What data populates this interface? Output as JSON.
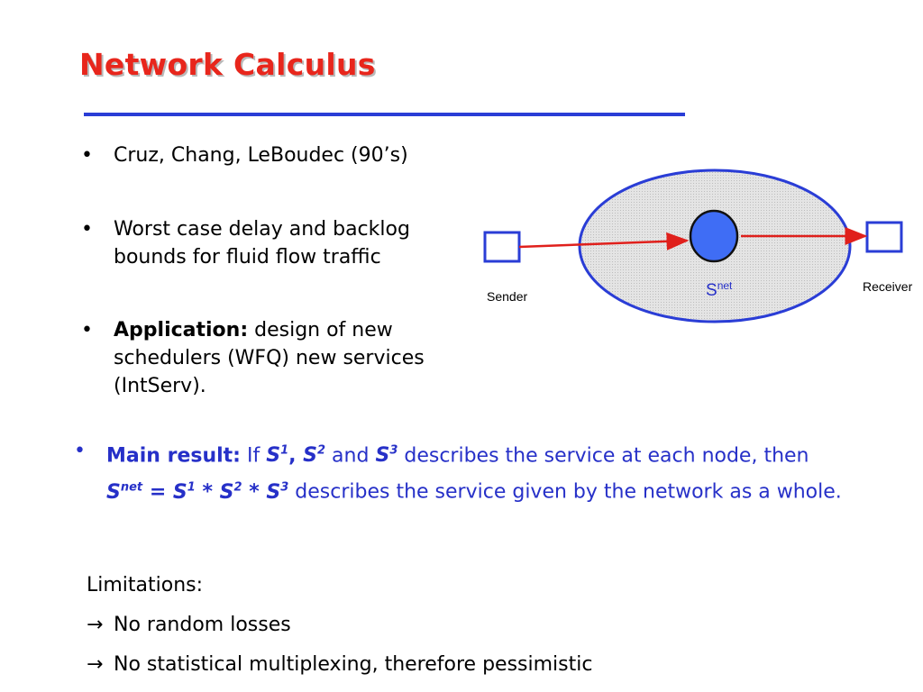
{
  "slide": {
    "title": "Network Calculus",
    "bullets": [
      {
        "text": "Cruz, Chang, LeBoudec (90’s)"
      },
      {
        "text": "Worst case delay and backlog bounds for fluid flow traffic"
      },
      {
        "label": "Application:",
        "text": " design of new schedulers (WFQ) new services (IntServ)."
      }
    ],
    "main_result": {
      "label": "Main result:",
      "t1": " If ",
      "s1": "S",
      "s1_sup": "1",
      "comma": ", ",
      "s2": "S",
      "s2_sup": "2",
      "t2": " and ",
      "s3": "S",
      "s3_sup": "3",
      "t3": " describes the service at each node, then ",
      "snet": "S",
      "snet_sup": "net",
      "eq": " = ",
      "e1": "S",
      "e1_sup": "1",
      "star1": " * ",
      "e2": "S",
      "e2_sup": "2",
      "star2": " * ",
      "e3": "S",
      "e3_sup": "3",
      "t4": "  describes the service given by the network as a whole."
    },
    "limitations": {
      "heading": "Limitations:",
      "arrow": "→",
      "items": [
        "No random losses",
        "No statistical multiplexing, therefore pessimistic"
      ]
    },
    "diagram": {
      "sender_label": "Sender",
      "receiver_label": "Receiver",
      "node_label": "S",
      "node_sup": "net",
      "colors": {
        "ellipse_fill": "#d9d9d9",
        "ellipse_stroke": "#2a3dd6",
        "node_fill": "#3f6df5",
        "link": "#e0201c",
        "node_label": "#2630c8"
      }
    }
  }
}
